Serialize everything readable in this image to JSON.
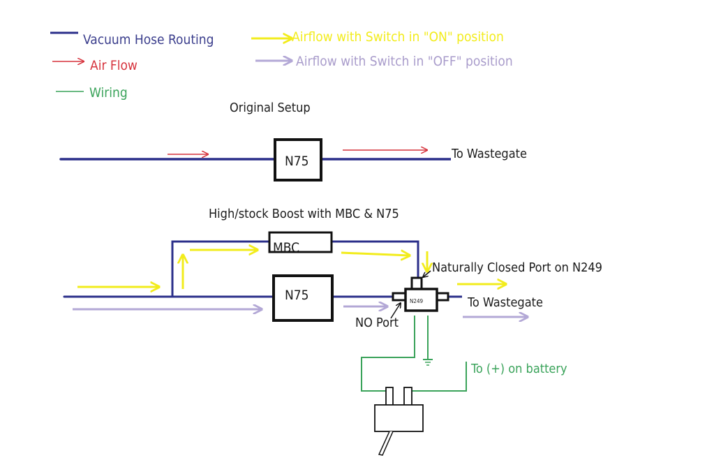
{
  "colors": {
    "vacuum": "#2b2f8a",
    "airflow": "#d6323c",
    "wiring": "#3aa35a",
    "on": "#f2ec1c",
    "off": "#b3a8d6",
    "ink": "#111111"
  },
  "legend": {
    "vacuum": "Vacuum Hose Routing",
    "airflow": "Air Flow",
    "wiring": "Wiring",
    "on": "Airflow with Switch in \"ON\" position",
    "off": "Airflow with Switch in \"OFF\" position"
  },
  "original": {
    "title": "Original Setup",
    "component": "N75",
    "destination": "To Wastegate"
  },
  "modified": {
    "title": "High/stock Boost with MBC & N75",
    "mbc": "MBC",
    "n75": "N75",
    "n249": "N249",
    "nc_port_label": "Naturally Closed Port on N249",
    "no_port_label": "NO Port",
    "destination": "To Wastegate",
    "battery_label": "To (+) on battery"
  }
}
